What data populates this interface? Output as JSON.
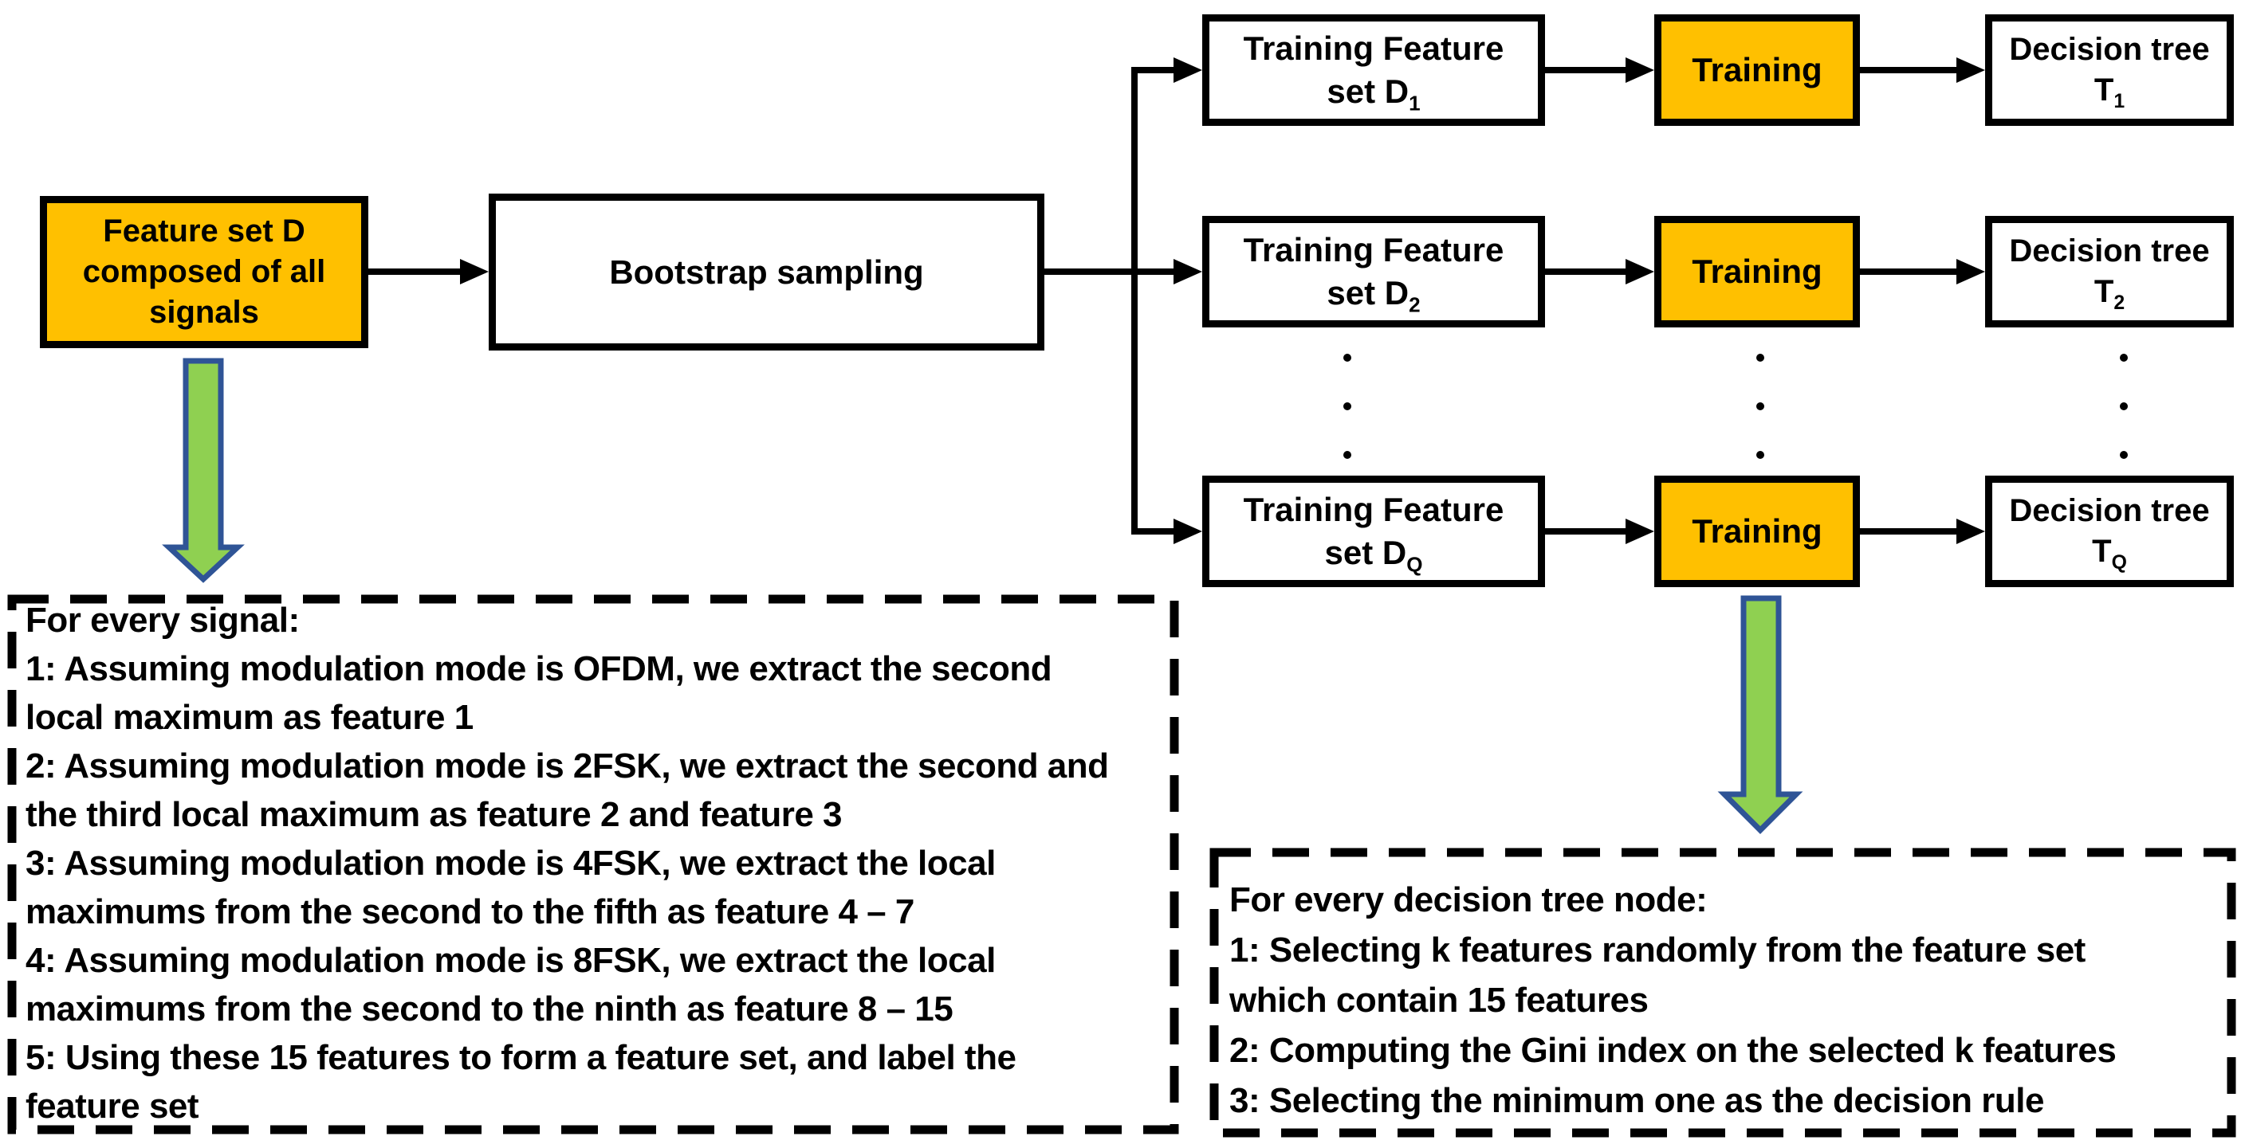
{
  "colors": {
    "box_orange": "#FFC000",
    "arrow_green_fill": "#8FD051",
    "arrow_green_stroke": "#2F5496",
    "line_black": "#000000",
    "bg_white": "#FFFFFF"
  },
  "flow": {
    "feature_set_box": {
      "lines": [
        "Feature set D",
        "composed of all",
        "signals"
      ]
    },
    "bootstrap_box": {
      "label": "Bootstrap sampling"
    },
    "rows": [
      {
        "feature_label": "Training Feature",
        "feature_set_prefix": "set D",
        "feature_sub": "1",
        "training_label": "Training",
        "tree_label": "Decision tree",
        "tree_prefix": "T",
        "tree_sub": "1"
      },
      {
        "feature_label": "Training Feature",
        "feature_set_prefix": "set D",
        "feature_sub": "2",
        "training_label": "Training",
        "tree_label": "Decision tree",
        "tree_prefix": "T",
        "tree_sub": "2"
      },
      {
        "feature_label": "Training Feature",
        "feature_set_prefix": "set D",
        "feature_sub": "Q",
        "training_label": "Training",
        "tree_label": "Decision tree",
        "tree_prefix": "T",
        "tree_sub": "Q"
      }
    ]
  },
  "left_note": {
    "lines": [
      "For every signal:",
      "1: Assuming modulation mode is OFDM, we extract the second",
      "local maximum as feature 1",
      "2: Assuming modulation mode is 2FSK, we extract the second and",
      "the third  local maximum  as feature 2 and feature 3",
      "3: Assuming modulation mode is 4FSK, we extract the local",
      "maximums from the second to the fifth  as feature 4 – 7",
      "4: Assuming modulation mode is 8FSK,  we extract the local",
      "maximums from the second  to the ninth as feature 8 – 15",
      "5: Using these 15 features to form a feature set, and label the",
      "feature set"
    ]
  },
  "right_note": {
    "lines": [
      "For every decision tree node:",
      "1: Selecting k features randomly from the feature set",
      "which contain 15 features",
      "2: Computing the Gini index on the selected k features",
      "3: Selecting the minimum one as the decision rule"
    ]
  }
}
